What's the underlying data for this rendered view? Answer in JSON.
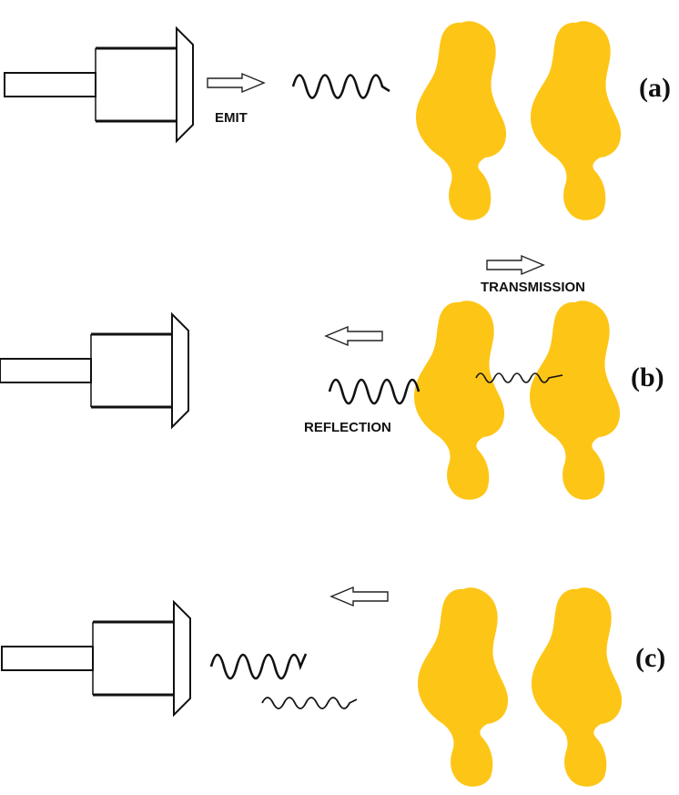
{
  "colors": {
    "blob": "#FDC516",
    "line": "#111111",
    "background": "#FFFFFF"
  },
  "labels": {
    "emit": "EMIT",
    "transmission": "TRANSMISSION",
    "reflection": "REFLECTION"
  },
  "panels": [
    {
      "id": "a",
      "label": "(a)"
    },
    {
      "id": "b",
      "label": "(b)"
    },
    {
      "id": "c",
      "label": "(c)"
    }
  ],
  "icons": [
    "transducer-icon",
    "arrow-right-icon",
    "arrow-left-icon",
    "wave-icon",
    "obstacle-blob-icon"
  ]
}
